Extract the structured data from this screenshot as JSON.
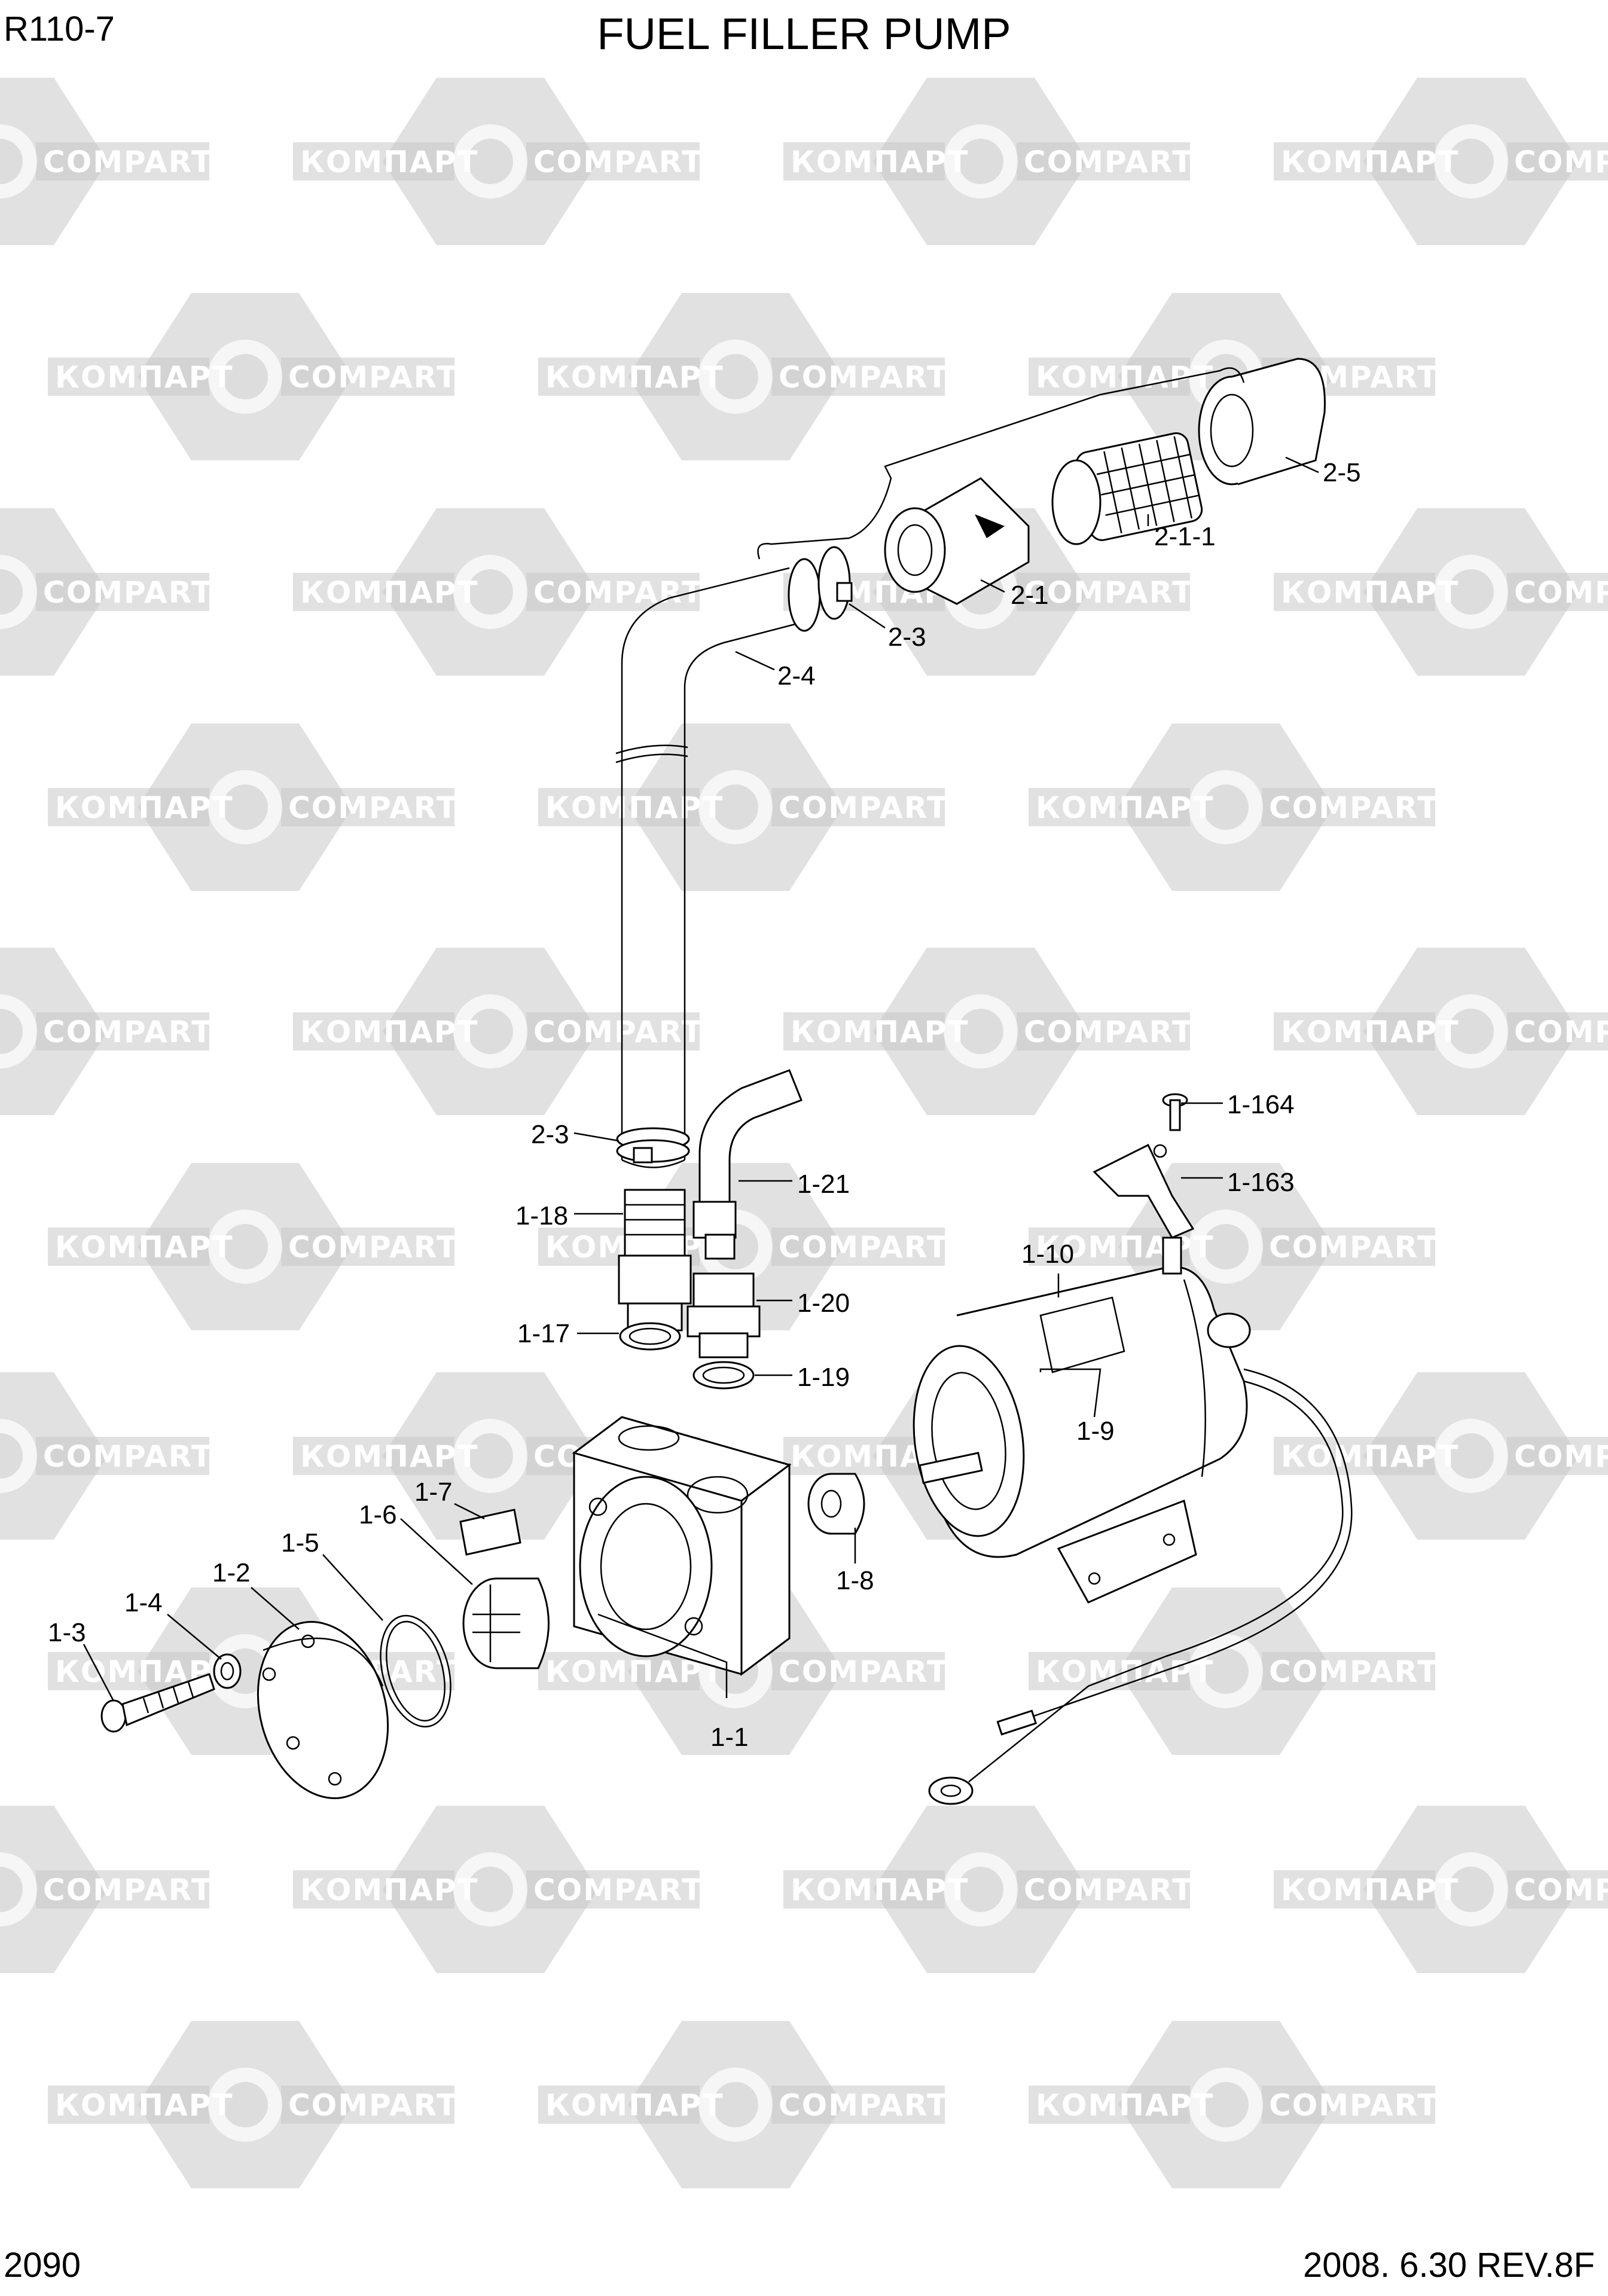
{
  "header": {
    "model": "R110-7",
    "title": "FUEL FILLER PUMP"
  },
  "footer": {
    "page_number": "2090",
    "revision": "2008. 6.30 REV.8F"
  },
  "watermark": {
    "texts": [
      "КОМПАРТ",
      "COMPART"
    ],
    "color": "#c9c9c9"
  },
  "callouts": [
    {
      "id": "c-2-5",
      "label": "2-5"
    },
    {
      "id": "c-2-1-1",
      "label": "2-1-1"
    },
    {
      "id": "c-2-1",
      "label": "2-1"
    },
    {
      "id": "c-2-3-top",
      "label": "2-3"
    },
    {
      "id": "c-2-4",
      "label": "2-4"
    },
    {
      "id": "c-2-3-bottom",
      "label": "2-3"
    },
    {
      "id": "c-1-18",
      "label": "1-18"
    },
    {
      "id": "c-1-21",
      "label": "1-21"
    },
    {
      "id": "c-1-164",
      "label": "1-164"
    },
    {
      "id": "c-1-163",
      "label": "1-163"
    },
    {
      "id": "c-1-10",
      "label": "1-10"
    },
    {
      "id": "c-1-20",
      "label": "1-20"
    },
    {
      "id": "c-1-17",
      "label": "1-17"
    },
    {
      "id": "c-1-19",
      "label": "1-19"
    },
    {
      "id": "c-1-9",
      "label": "1-9"
    },
    {
      "id": "c-1-7",
      "label": "1-7"
    },
    {
      "id": "c-1-6",
      "label": "1-6"
    },
    {
      "id": "c-1-5",
      "label": "1-5"
    },
    {
      "id": "c-1-2",
      "label": "1-2"
    },
    {
      "id": "c-1-4",
      "label": "1-4"
    },
    {
      "id": "c-1-3",
      "label": "1-3"
    },
    {
      "id": "c-1-8",
      "label": "1-8"
    },
    {
      "id": "c-1-1",
      "label": "1-1"
    }
  ]
}
